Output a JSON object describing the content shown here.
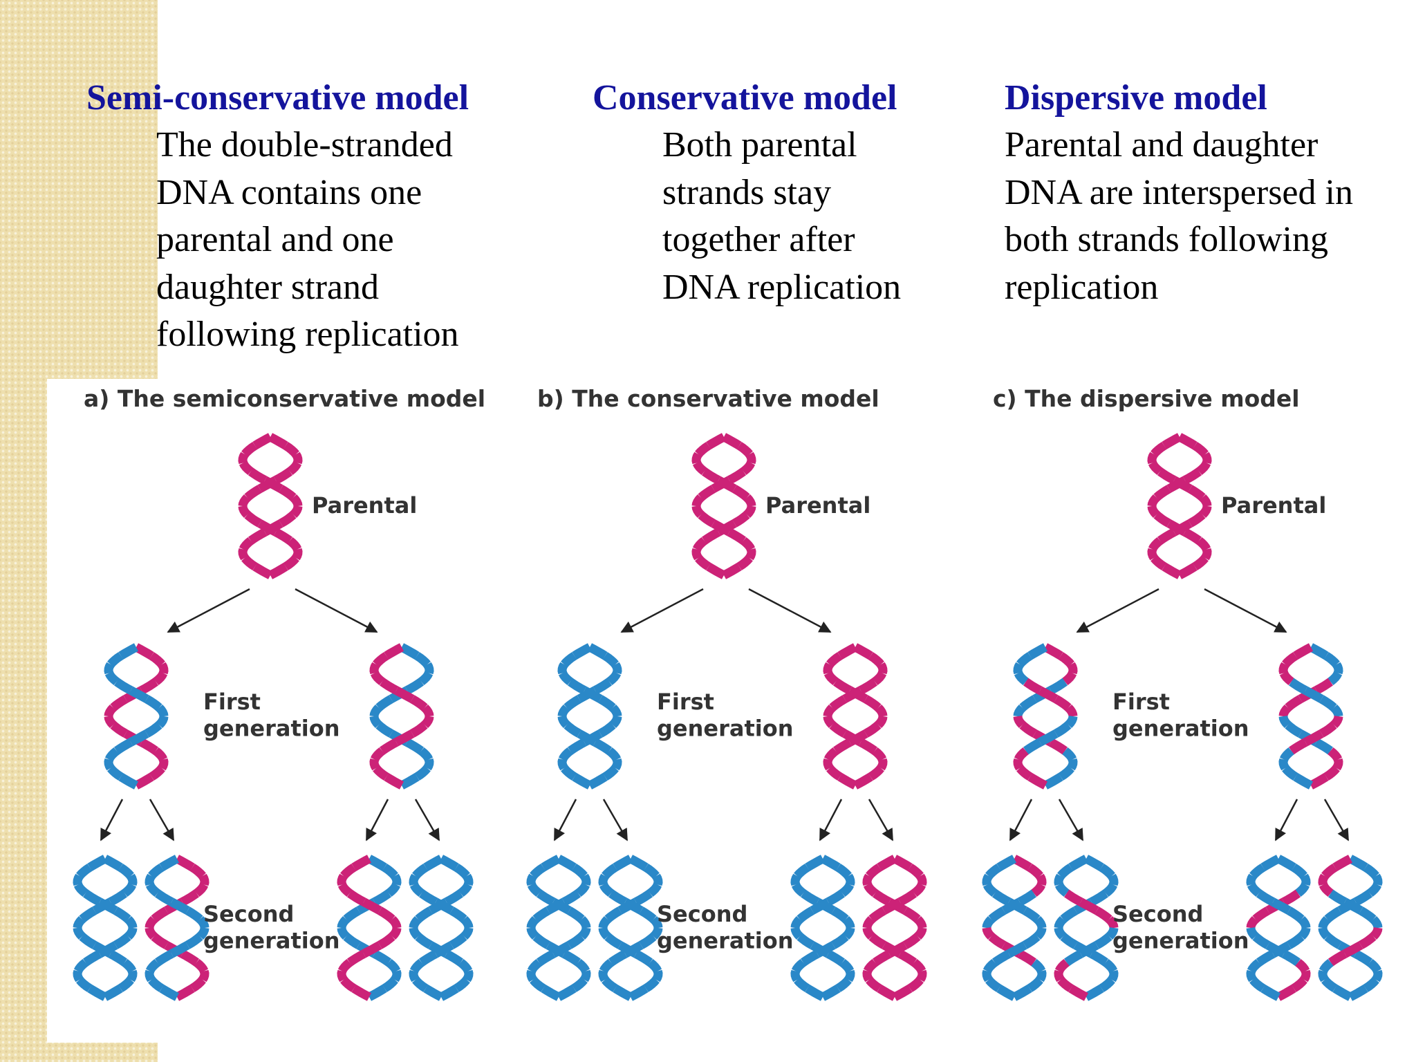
{
  "colors": {
    "heading": "#14149c",
    "parental_strand": "#cc2277",
    "daughter_strand": "#2a88c8",
    "arrow": "#222222",
    "background_stripe": "#eedfae"
  },
  "columns": [
    {
      "heading": "Semi-conservative model",
      "description_lines": [
        "The double-stranded",
        "DNA contains one",
        "parental and one",
        "daughter strand",
        "following replication"
      ]
    },
    {
      "heading": "Conservative model",
      "description_lines": [
        "Both parental",
        "strands stay",
        "together after",
        "DNA replication"
      ]
    },
    {
      "heading": "Dispersive model",
      "description_lines": [
        "Parental and daughter",
        "DNA are interspersed in",
        "both strands following",
        "replication"
      ]
    }
  ],
  "figure": {
    "panels": [
      {
        "title": "a) The semiconservative model",
        "model": "semiconservative",
        "parental_label": "Parental",
        "first_gen_label": [
          "First",
          "generation"
        ],
        "second_gen_label": [
          "Second",
          "generation"
        ]
      },
      {
        "title": "b) The conservative model",
        "model": "conservative",
        "parental_label": "Parental",
        "first_gen_label": [
          "First",
          "generation"
        ],
        "second_gen_label": [
          "Second",
          "generation"
        ]
      },
      {
        "title": "c) The dispersive model",
        "model": "dispersive",
        "parental_label": "Parental",
        "first_gen_label": [
          "First",
          "generation"
        ],
        "second_gen_label": [
          "Second",
          "generation"
        ]
      }
    ]
  }
}
